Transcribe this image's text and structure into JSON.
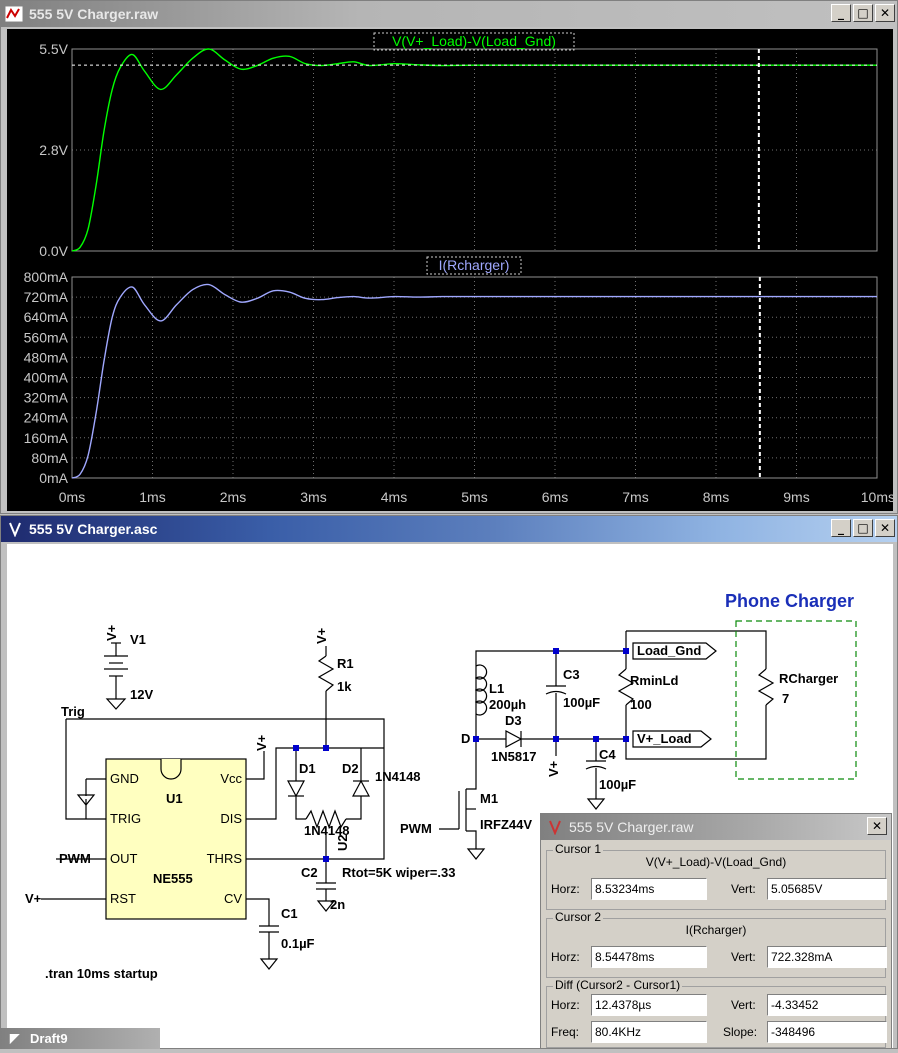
{
  "waveform_window": {
    "title": "555 5V Charger.raw",
    "buttons": {
      "minimize": "_",
      "maximize": "□",
      "close": "✕"
    },
    "pane1": {
      "trace_label": "V(V+_Load)-V(Load_Gnd)",
      "trace_color": "#00ff00",
      "y_ticks": [
        "5.5V",
        "2.8V",
        "0.0V"
      ]
    },
    "pane2": {
      "trace_label": "I(Rcharger)",
      "trace_color": "#a0a8ff",
      "y_ticks": [
        "800mA",
        "720mA",
        "640mA",
        "560mA",
        "480mA",
        "400mA",
        "320mA",
        "240mA",
        "160mA",
        "80mA",
        "0mA"
      ]
    },
    "x_ticks": [
      "0ms",
      "1ms",
      "2ms",
      "3ms",
      "4ms",
      "5ms",
      "6ms",
      "7ms",
      "8ms",
      "9ms",
      "10ms"
    ]
  },
  "chart_data": [
    {
      "type": "line",
      "title": "V(V+_Load)-V(Load_Gnd)",
      "xlabel": "",
      "ylabel": "",
      "xlim": [
        0,
        10
      ],
      "ylim": [
        0,
        5.5
      ],
      "grid": true,
      "cursor_x": 8.53234,
      "series": [
        {
          "name": "V(V+_Load)-V(Load_Gnd)",
          "x": [
            0,
            0.1,
            0.2,
            0.3,
            0.4,
            0.5,
            0.6,
            0.75,
            0.9,
            1.1,
            1.3,
            1.5,
            1.7,
            1.9,
            2.1,
            2.3,
            2.5,
            2.7,
            2.9,
            3.1,
            3.3,
            3.5,
            3.7,
            4.0,
            4.3,
            4.6,
            5.0,
            6.0,
            7.0,
            8.0,
            9.0,
            10.0
          ],
          "y": [
            0,
            0.1,
            0.6,
            1.8,
            3.3,
            4.4,
            5.0,
            5.35,
            4.9,
            4.4,
            4.8,
            5.25,
            5.5,
            5.2,
            4.95,
            5.05,
            5.25,
            5.3,
            5.1,
            5.05,
            5.1,
            5.15,
            5.05,
            5.1,
            5.07,
            5.05,
            5.06,
            5.06,
            5.06,
            5.06,
            5.06,
            5.06
          ]
        }
      ]
    },
    {
      "type": "line",
      "title": "I(Rcharger)",
      "xlabel": "",
      "ylabel": "",
      "xlim": [
        0,
        10
      ],
      "ylim": [
        0,
        800
      ],
      "grid": true,
      "cursor_x": 8.54478,
      "series": [
        {
          "name": "I(Rcharger)",
          "x": [
            0,
            0.1,
            0.2,
            0.3,
            0.4,
            0.5,
            0.6,
            0.75,
            0.9,
            1.1,
            1.3,
            1.5,
            1.7,
            1.9,
            2.1,
            2.3,
            2.5,
            2.7,
            2.9,
            3.1,
            3.3,
            3.5,
            3.7,
            4.0,
            4.3,
            4.6,
            5.0,
            6.0,
            7.0,
            8.0,
            9.0,
            10.0
          ],
          "y": [
            0,
            15,
            90,
            260,
            470,
            640,
            720,
            760,
            690,
            625,
            690,
            750,
            770,
            730,
            700,
            715,
            745,
            740,
            715,
            710,
            718,
            722,
            716,
            722,
            720,
            722,
            722,
            722,
            722,
            722,
            722,
            722
          ]
        }
      ]
    }
  ],
  "schematic_window": {
    "title": "555 5V Charger.asc",
    "buttons": {
      "minimize": "_",
      "maximize": "□",
      "close": "✕"
    },
    "labels": {
      "heading": "Phone Charger",
      "v1": "V1",
      "v1_val": "12V",
      "vplus": "V+",
      "r1": "R1",
      "r1_val": "1k",
      "trig": "Trig",
      "u1": "U1",
      "ne555": "NE555",
      "pin_gnd": "GND",
      "pin_trig": "TRIG",
      "pin_out": "OUT",
      "pin_rst": "RST",
      "pin_vcc": "Vcc",
      "pin_dis": "DIS",
      "pin_thrs": "THRS",
      "pin_cv": "CV",
      "pwm": "PWM",
      "d1": "D1",
      "d2": "D2",
      "d_model": "1N4148",
      "u2": "U2",
      "c2": "C2",
      "c2_val": "2n",
      "rtot": "Rtot=5K wiper=.33",
      "c1": "C1",
      "c1_val": "0.1µF",
      "tran": ".tran 10ms startup",
      "l1": "L1",
      "l1_val": "200µh",
      "d3": "D3",
      "d3_model": "1N5817",
      "d_node": "D",
      "c3": "C3",
      "c3_val": "100µF",
      "c4": "C4",
      "c4_val": "100µF",
      "m1": "M1",
      "m1_model": "IRFZ44V",
      "rminld": "RminLd",
      "rminld_val": "100",
      "load_gnd": "Load_Gnd",
      "v_load": "V+_Load",
      "rcharger": "RCharger",
      "rcharger_val": "7"
    }
  },
  "cursor_window": {
    "title": "555 5V Charger.raw",
    "close": "✕",
    "cursor1": {
      "label": "Cursor 1",
      "trace": "V(V+_Load)-V(Load_Gnd)",
      "horz_label": "Horz:",
      "horz": "8.53234ms",
      "vert_label": "Vert:",
      "vert": "5.05685V"
    },
    "cursor2": {
      "label": "Cursor 2",
      "trace": "I(Rcharger)",
      "horz_label": "Horz:",
      "horz": "8.54478ms",
      "vert_label": "Vert:",
      "vert": "722.328mA"
    },
    "diff": {
      "label": "Diff (Cursor2 - Cursor1)",
      "horz_label": "Horz:",
      "horz": "12.4378µs",
      "vert_label": "Vert:",
      "vert": "-4.33452",
      "freq_label": "Freq:",
      "freq": "80.4KHz",
      "slope_label": "Slope:",
      "slope": "-348496"
    }
  },
  "taskbar": {
    "draft_label": "Draft9"
  }
}
